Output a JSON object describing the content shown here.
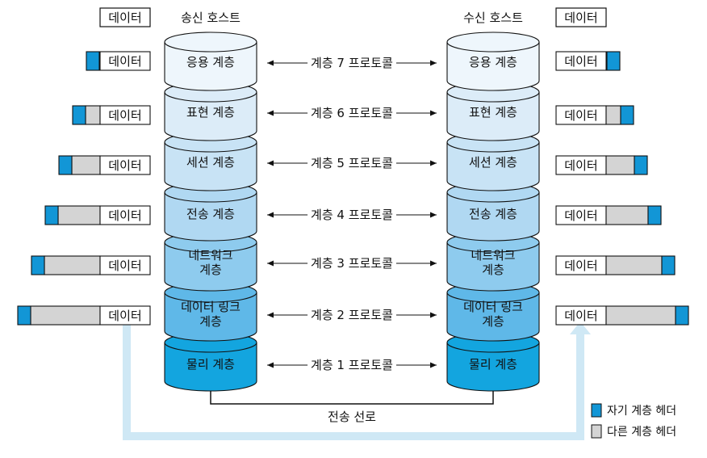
{
  "data_label": "데이터",
  "hosts": {
    "sender": "송신 호스트",
    "receiver": "수신 호스트"
  },
  "layers": [
    {
      "name": "응용 계층",
      "protocol": "계층 7 프로토콜",
      "color": "#eef6fc"
    },
    {
      "name": "표현 계층",
      "protocol": "계층 6 프로토콜",
      "color": "#dcecf8"
    },
    {
      "name": "세션 계층",
      "protocol": "계층 5 프로토콜",
      "color": "#c8e3f5"
    },
    {
      "name": "전송 계층",
      "protocol": "계층 4 프로토콜",
      "color": "#b0d8f2"
    },
    {
      "name": "네트워크\n계층",
      "protocol": "계층 3 프로토콜",
      "color": "#8ecbee"
    },
    {
      "name": "데이터 링크\n계층",
      "protocol": "계층 2 프로토콜",
      "color": "#5fb8e8"
    },
    {
      "name": "물리 계층",
      "protocol": "계층 1 프로토콜",
      "color": "#13a5df"
    }
  ],
  "transmission_line": "전송 선로",
  "legend": {
    "own_header": "자기 계층 헤더",
    "other_header": "다른 계층 헤더"
  },
  "colors": {
    "own_header": "#1296d6",
    "other_header": "#d4d4d4",
    "path": "#cfe8f5"
  }
}
